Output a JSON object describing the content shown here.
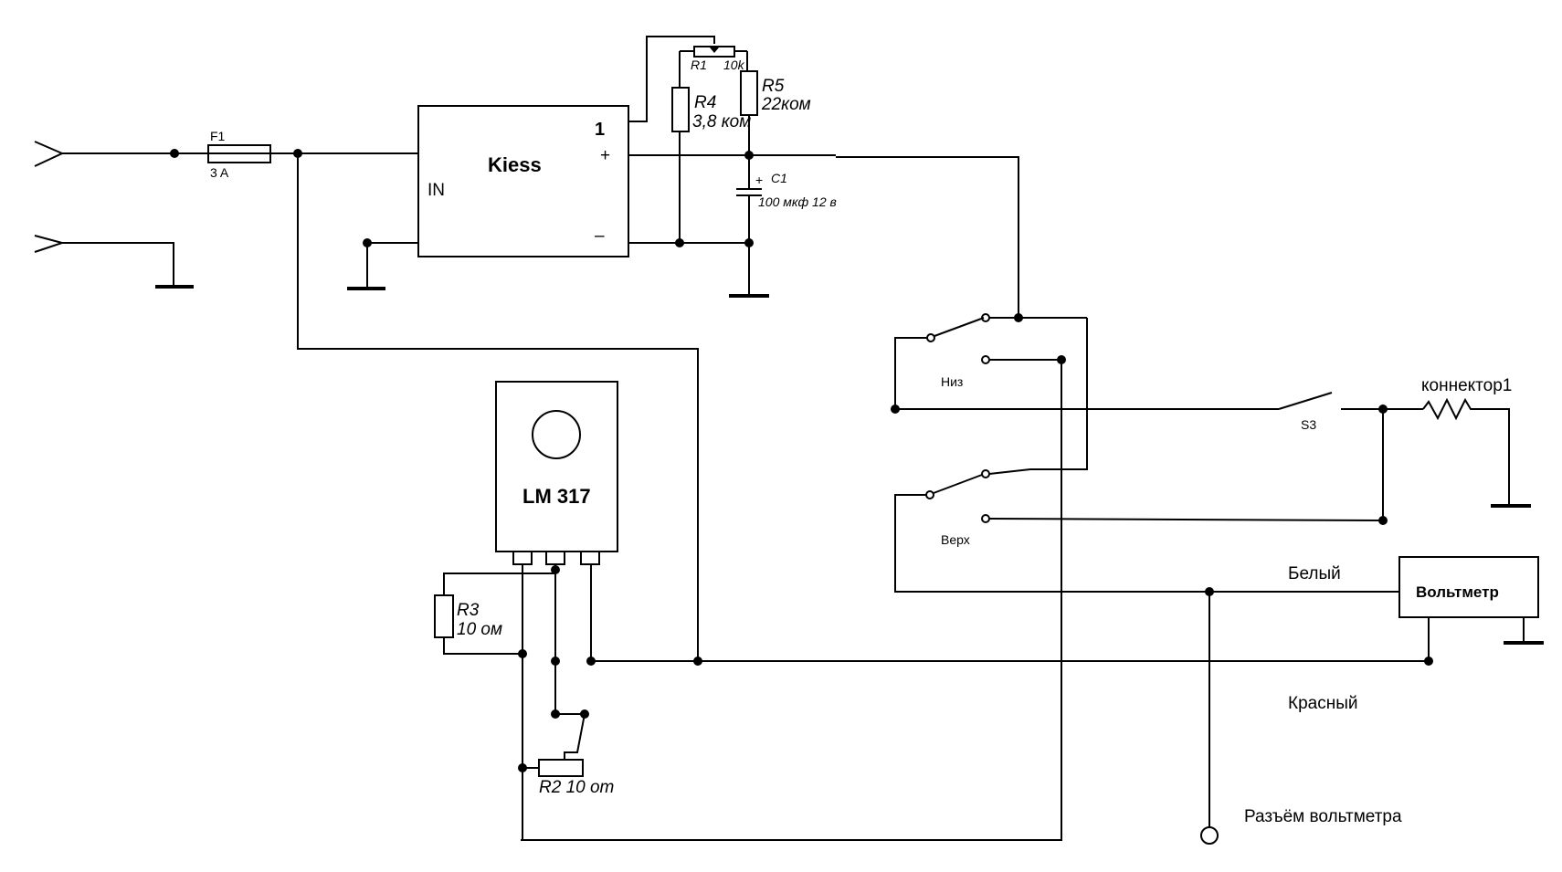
{
  "components": {
    "fuse": {
      "ref": "F1",
      "value": "3 A"
    },
    "regulator_module": {
      "name": "Kiess",
      "pin_number": "1",
      "input_label": "IN",
      "plus_label": "+",
      "minus_label": "–"
    },
    "r1": {
      "ref": "R1",
      "value": "10k"
    },
    "r4": {
      "ref": "R4",
      "value": "3,8 ком"
    },
    "r5": {
      "ref": "R5",
      "value": "22ком"
    },
    "c1": {
      "ref": "C1",
      "value": "100 мкф 12 в",
      "polarity": "+"
    },
    "lm317": {
      "name": "LM 317"
    },
    "r3": {
      "ref": "R3",
      "value": "10 ом"
    },
    "r2": {
      "label": "R2 10 оm"
    },
    "switch_low": {
      "label": "Низ"
    },
    "switch_high": {
      "label": "Верх"
    },
    "s3": {
      "ref": "S3"
    },
    "connector": {
      "label": "коннектор1"
    },
    "voltmeter": {
      "label": "Вольтметр"
    },
    "voltmeter_socket": {
      "label": "Разъём вольтметра"
    }
  },
  "wire_labels": {
    "white": "Белый",
    "red": "Красный"
  }
}
